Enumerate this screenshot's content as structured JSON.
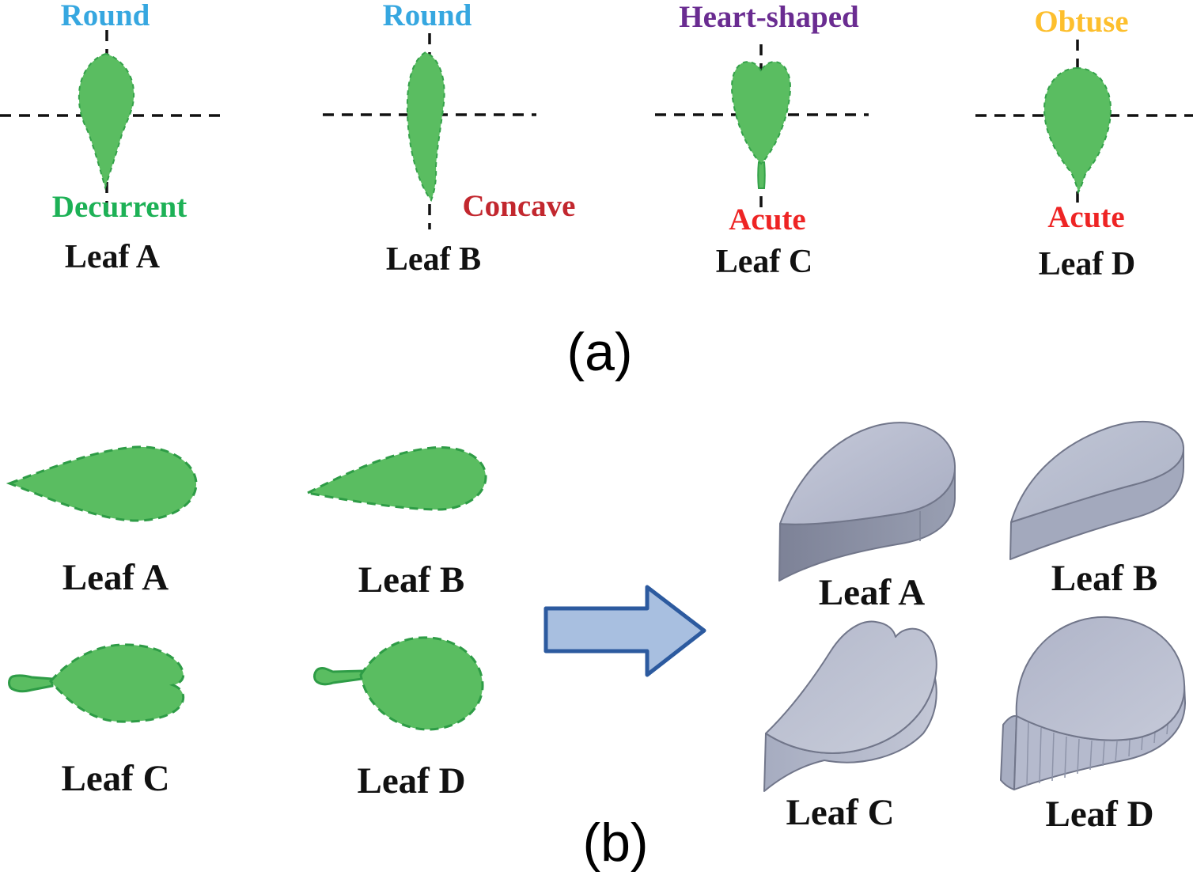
{
  "figure": {
    "description_colors": {
      "leaf_fill_green": "#5abd61",
      "leaf_outline_green": "#2e9c46",
      "crosshair_black": "#111111",
      "arrow_fill": "#a8bfe0",
      "arrow_border": "#2c5a9f",
      "solid_top_gray": "#b7bcce",
      "solid_side_gray": "#8b90a5"
    }
  },
  "panel_a": {
    "figure_label": "(a)",
    "leaves": [
      {
        "name": "Leaf A",
        "apex": "Round",
        "apex_color": "#36a7e0",
        "base": "Decurrent",
        "base_color": "#1db156"
      },
      {
        "name": "Leaf B",
        "apex": "Round",
        "apex_color": "#36a7e0",
        "base": "Concave",
        "base_color": "#c2272e"
      },
      {
        "name": "Leaf C",
        "apex": "Heart-shaped",
        "apex_color": "#6a2c91",
        "base": "Acute",
        "base_color": "#ee2424"
      },
      {
        "name": "Leaf D",
        "apex": "Obtuse",
        "apex_color": "#fdbf2d",
        "base": "Acute",
        "base_color": "#ee2424"
      }
    ]
  },
  "panel_b": {
    "figure_label": "(b)",
    "flat_leaves": [
      {
        "name": "Leaf A"
      },
      {
        "name": "Leaf B"
      },
      {
        "name": "Leaf C"
      },
      {
        "name": "Leaf D"
      }
    ],
    "solid_leaves": [
      {
        "name": "Leaf A"
      },
      {
        "name": "Leaf B"
      },
      {
        "name": "Leaf C"
      },
      {
        "name": "Leaf D"
      }
    ]
  }
}
